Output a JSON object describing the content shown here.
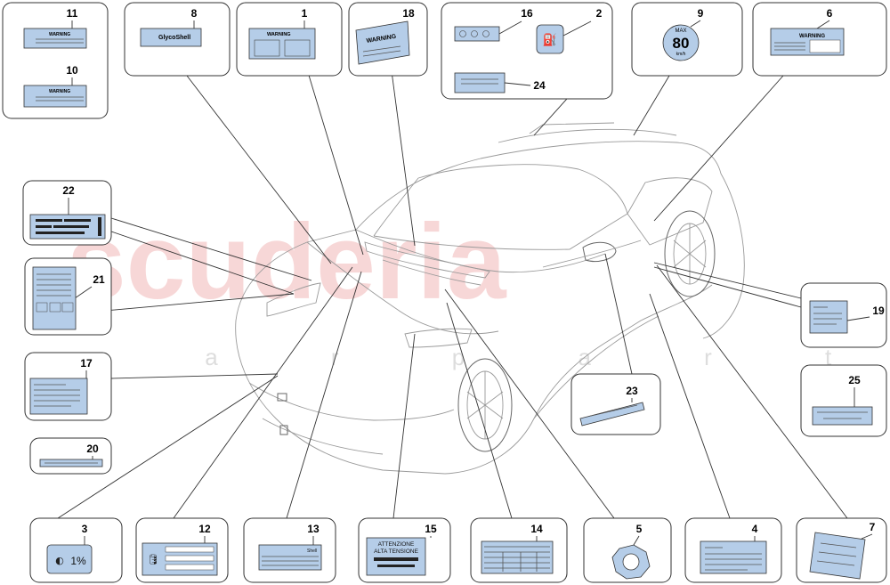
{
  "watermark": {
    "main": "scuderia",
    "sub": "c a r p a r t s"
  },
  "callouts": {
    "c1": "1",
    "c2": "2",
    "c3": "3",
    "c4": "4",
    "c5": "5",
    "c6": "6",
    "c7": "7",
    "c8": "8",
    "c9": "9",
    "c10": "10",
    "c11": "11",
    "c12": "12",
    "c13": "13",
    "c14": "14",
    "c15": "15",
    "c16": "16",
    "c17": "17",
    "c18": "18",
    "c19": "19",
    "c20": "20",
    "c21": "21",
    "c22": "22",
    "c23": "23",
    "c24": "24",
    "c25": "25"
  },
  "labels": {
    "warning": "WARNING",
    "glycoshell": "GlycoShell",
    "max": "MAX",
    "speed": "80",
    "speed_unit": "km/h",
    "attenzione": "ATTENZIONE",
    "alta_tensione": "ALTA TENSIONE",
    "shell": "Shell",
    "one_percent": "1%"
  },
  "colors": {
    "tag": "#b5cde8",
    "watermark": "#e88a8a"
  }
}
